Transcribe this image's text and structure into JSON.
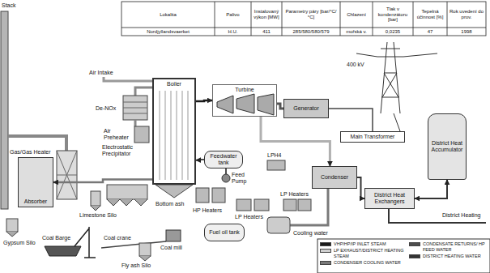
{
  "diagram": {
    "nodes": [
      {
        "text": [
          "Boiler"
        ]
      },
      {
        "text": [
          "Turbine"
        ]
      },
      {
        "text": [
          "Generator"
        ]
      },
      {
        "text": [
          "Main Transformer"
        ]
      },
      {
        "text": [
          "District Heat Accumulator"
        ]
      },
      {
        "text": [
          "Feedwater tank"
        ]
      },
      {
        "text": [
          "Absorber"
        ]
      },
      {
        "text": [
          "Condenser"
        ]
      },
      {
        "text": [
          "District Heat Exchangers"
        ]
      },
      {
        "text": [
          "Fuel oil tank"
        ]
      }
    ],
    "edges": [
      {
        "from": 0,
        "to": 1,
        "arrow": "to"
      },
      {
        "from": 1,
        "to": 2,
        "arrow": "none"
      },
      {
        "from": 2,
        "to": 3,
        "arrow": "none"
      },
      {
        "from": 1,
        "to": 7,
        "arrow": "to"
      },
      {
        "from": 7,
        "to": 8,
        "arrow": "to"
      },
      {
        "from": 8,
        "to": 4,
        "arrow": "both"
      },
      {
        "from": 5,
        "to": 0,
        "arrow": "to"
      },
      {
        "from": 0,
        "to": 6,
        "arrow": "to"
      }
    ],
    "labels": [
      "Lokalita",
      "Palivo",
      "Instalovaný výkon [MW]",
      "Parametry páry [bar/°C/°C]",
      "Chlazení",
      "Tlak v kondenzátoru [bar]",
      "Tepelná účinnost [%]",
      "Rok uvedení do prov.",
      "Nordjyllandsvaerket",
      "H.U.",
      "411",
      "285/580/580/579",
      "mořská v.",
      "0,0235",
      "47",
      "1998",
      "Stack",
      "Air Intake",
      "De-NOx",
      "400 kV",
      "Gas/Gas Heater",
      "Air Preheater",
      "Electrostatic Precipitator",
      "Bottom ash",
      "Feed Pump",
      "HP Heaters",
      "LPH4",
      "LP Heaters",
      "LP Heaters",
      "Cooling water",
      "District Heating",
      "Limestone Silo",
      "Gypsum Silo",
      "Coal Barge",
      "Coal crane",
      "Fly ash Silo",
      "Coal mill"
    ],
    "legend": [
      {
        "text": "VHP/HP/IP INLET STEAM",
        "color": "#1a1a1a"
      },
      {
        "text": "LP EXHAUST/DISTRICT HEATING STEAM",
        "color": "#d0d0d0"
      },
      {
        "text": "CONDENSER COOLING WATER",
        "color": "#7a7a7a"
      },
      {
        "text": "CONDENSATE RETURNS/ HP FEED WATER",
        "color": "#4d4d4d"
      },
      {
        "text": "DISTRICT HEATING WATER",
        "color": "#333333"
      }
    ]
  }
}
